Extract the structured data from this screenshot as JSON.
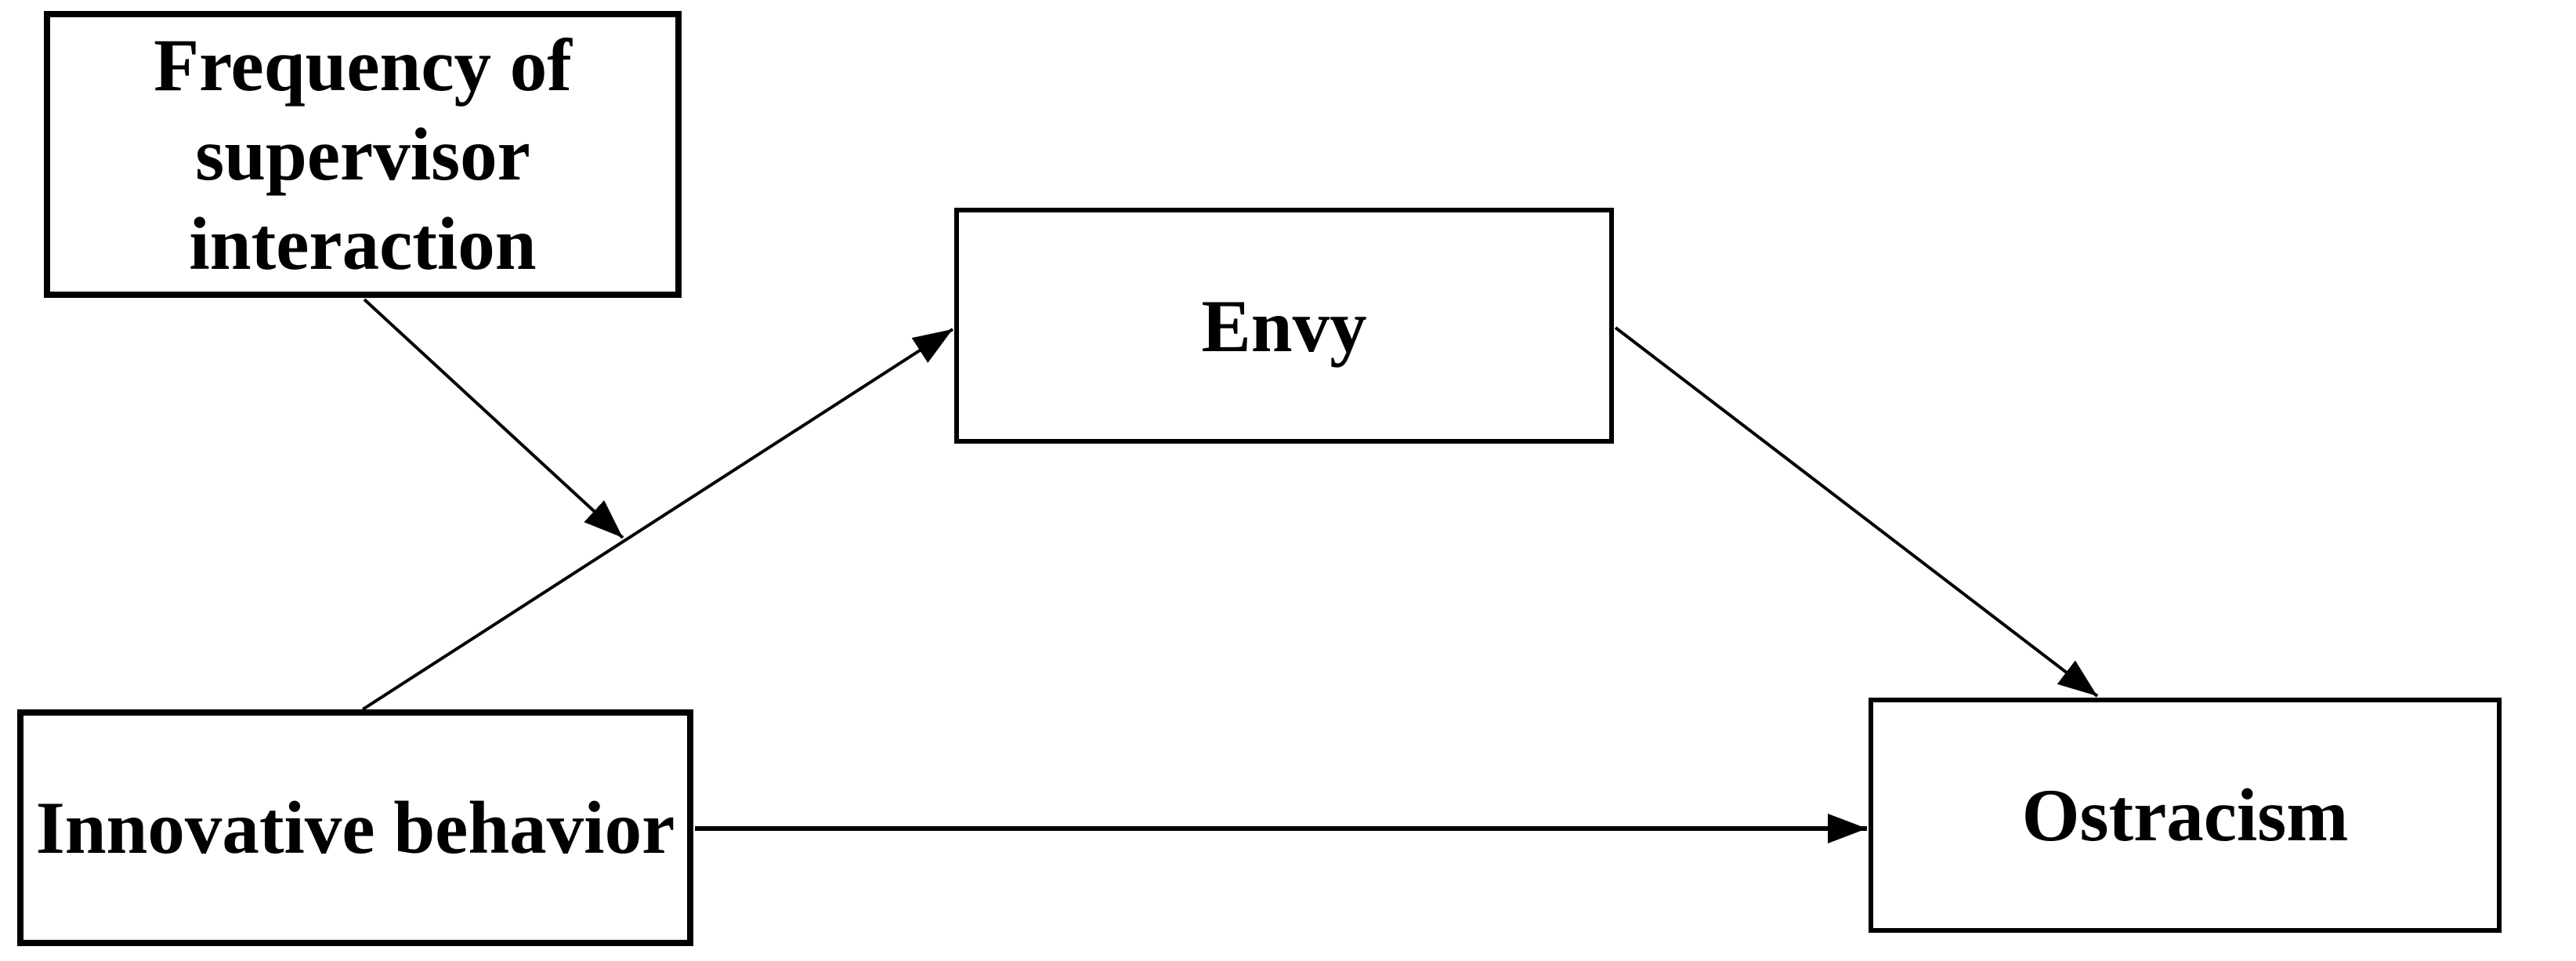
{
  "diagram": {
    "background_color": "#ffffff",
    "ink_color": "#000000",
    "nodes": {
      "frequency": {
        "label": "Frequency of supervisor interaction"
      },
      "envy": {
        "label": "Envy"
      },
      "innovative": {
        "label": "Innovative behavior"
      },
      "ostracism": {
        "label": "Ostracism"
      }
    },
    "edges": [
      {
        "from": "frequency",
        "to": "path-innovative-envy",
        "type": "moderation-arrow"
      },
      {
        "from": "innovative",
        "to": "envy",
        "type": "arrow"
      },
      {
        "from": "envy",
        "to": "ostracism",
        "type": "arrow"
      },
      {
        "from": "innovative",
        "to": "ostracism",
        "type": "arrow"
      }
    ]
  }
}
